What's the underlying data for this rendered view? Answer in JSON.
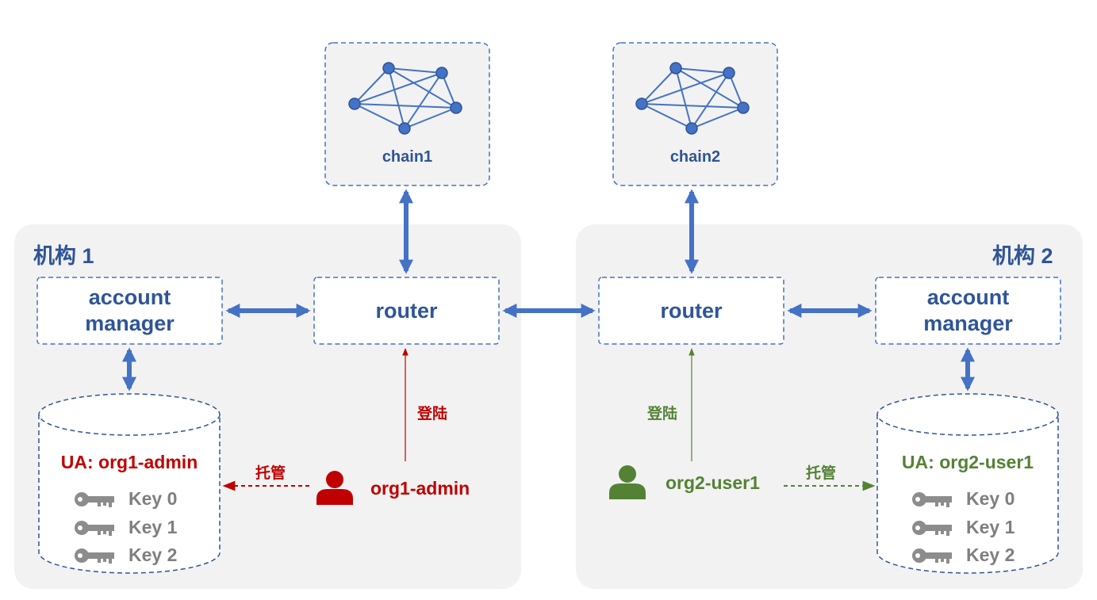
{
  "colors": {
    "blue": "#4472c4",
    "blue_text": "#2f5597",
    "red": "#c00000",
    "green": "#548235",
    "gray_key": "#7f7f7f",
    "panel": "#f2f2f2"
  },
  "chains": [
    {
      "label": "chain1"
    },
    {
      "label": "chain2"
    }
  ],
  "orgs": [
    {
      "title": "机构 1",
      "router": "router",
      "account_manager": [
        "account",
        "manager"
      ],
      "ua": "UA: org1-admin",
      "keys": [
        "Key 0",
        "Key 1",
        "Key 2"
      ],
      "user": "org1-admin",
      "login": "登陆",
      "custody": "托管"
    },
    {
      "title": "机构 2",
      "router": "router",
      "account_manager": [
        "account",
        "manager"
      ],
      "ua": "UA: org2-user1",
      "keys": [
        "Key 0",
        "Key 1",
        "Key 2"
      ],
      "user": "org2-user1",
      "login": "登陆",
      "custody": "托管"
    }
  ],
  "icons": [
    "network-graph-icon",
    "key-icon",
    "person-icon",
    "database-cylinder-icon"
  ]
}
